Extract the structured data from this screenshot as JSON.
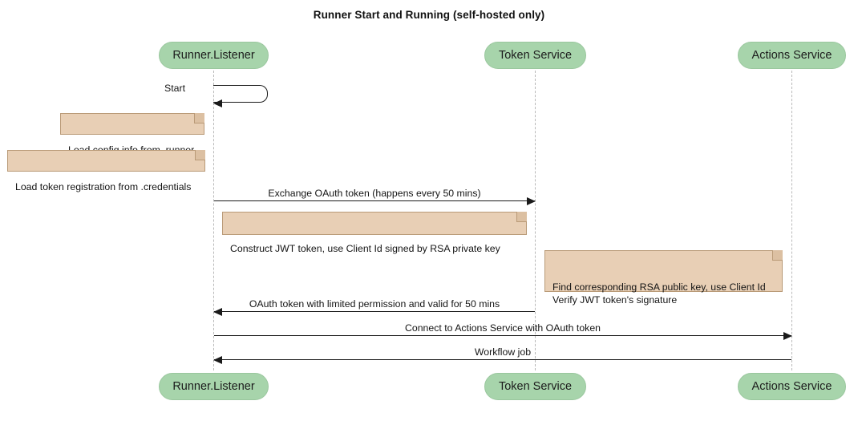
{
  "diagram": {
    "title": "Runner Start and Running (self-hosted only)",
    "type": "sequence-diagram",
    "colors": {
      "participant_fill": "#a7d4ab",
      "participant_border": "#9ac79e",
      "note_fill": "#e8cfb5",
      "note_border": "#b99a77",
      "line": "#1a1a1a",
      "lifeline": "#b9b9b9",
      "background": "#ffffff"
    }
  },
  "participants": [
    {
      "id": "runner",
      "label": "Runner.Listener"
    },
    {
      "id": "token",
      "label": "Token Service"
    },
    {
      "id": "actions",
      "label": "Actions Service"
    }
  ],
  "self_messages": [
    {
      "label": "Start",
      "from": "runner",
      "to": "runner"
    }
  ],
  "notes": [
    {
      "id": "note-config",
      "text": "Load config info from .runner"
    },
    {
      "id": "note-credentials",
      "text": "Load token registration from .credentials"
    },
    {
      "id": "note-jwt",
      "text": "Construct JWT token, use Client Id signed by RSA private key"
    },
    {
      "id": "note-verify",
      "text": "Find corresponding RSA public key, use Client Id\nVerify JWT token's signature"
    }
  ],
  "messages": [
    {
      "id": "msg-exchange",
      "label": "Exchange OAuth token (happens every 50 mins)",
      "from": "runner",
      "to": "token",
      "direction": "right"
    },
    {
      "id": "msg-oauth-return",
      "label": "OAuth token with limited permission and valid for 50 mins",
      "from": "token",
      "to": "runner",
      "direction": "left"
    },
    {
      "id": "msg-connect",
      "label": "Connect to Actions Service with OAuth token",
      "from": "runner",
      "to": "actions",
      "direction": "right"
    },
    {
      "id": "msg-workflow",
      "label": "Workflow job",
      "from": "actions",
      "to": "runner",
      "direction": "left"
    }
  ]
}
